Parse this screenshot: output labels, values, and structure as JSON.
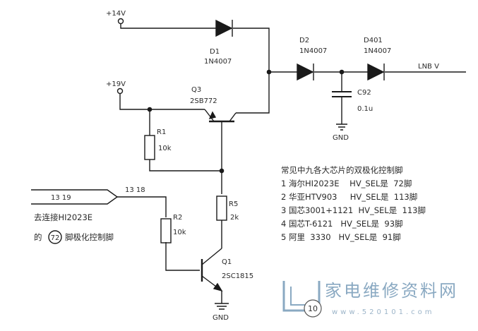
{
  "labels": {
    "v14": "+14V",
    "v19": "+19V",
    "d1_ref": "D1",
    "d1_part": "1N4007",
    "d2_ref": "D2",
    "d2_part": "1N4007",
    "d401_ref": "D401",
    "d401_part": "1N4007",
    "lnb": "LNB V",
    "c92_ref": "C92",
    "c92_val": "0.1u",
    "gnd": "GND",
    "q3_ref": "Q3",
    "q3_part": "2SB772",
    "r1_ref": "R1",
    "r1_val": "10k",
    "r5_ref": "R5",
    "r5_val": "2k",
    "r2_ref": "R2",
    "r2_val": "10k",
    "q1_ref": "Q1",
    "q1_part": "2SC1815",
    "conn_in": "13 19",
    "conn_out": "13 18",
    "note_line1": "去连接HI2023E",
    "note_line2_pre": "的",
    "note_circled": "72",
    "note_line2_post": "脚极化控制脚"
  },
  "table": {
    "title": "常见中九各大芯片的双极化控制脚",
    "rows": [
      "1 海尔HI2023E    HV_SEL是  72脚",
      "2 华亚HTV903     HV_SEL是  113脚",
      "3 国芯3001+1121  HV_SEL是  113脚",
      "4 国芯T-6121   HV_SEL是  93脚",
      "5 阿里  3330   HV_SEL是  91脚"
    ]
  },
  "watermark": {
    "text": "家电维修资料网",
    "url": "www.520101.com",
    "page_number": "10",
    "color": "#8aa9c2"
  }
}
